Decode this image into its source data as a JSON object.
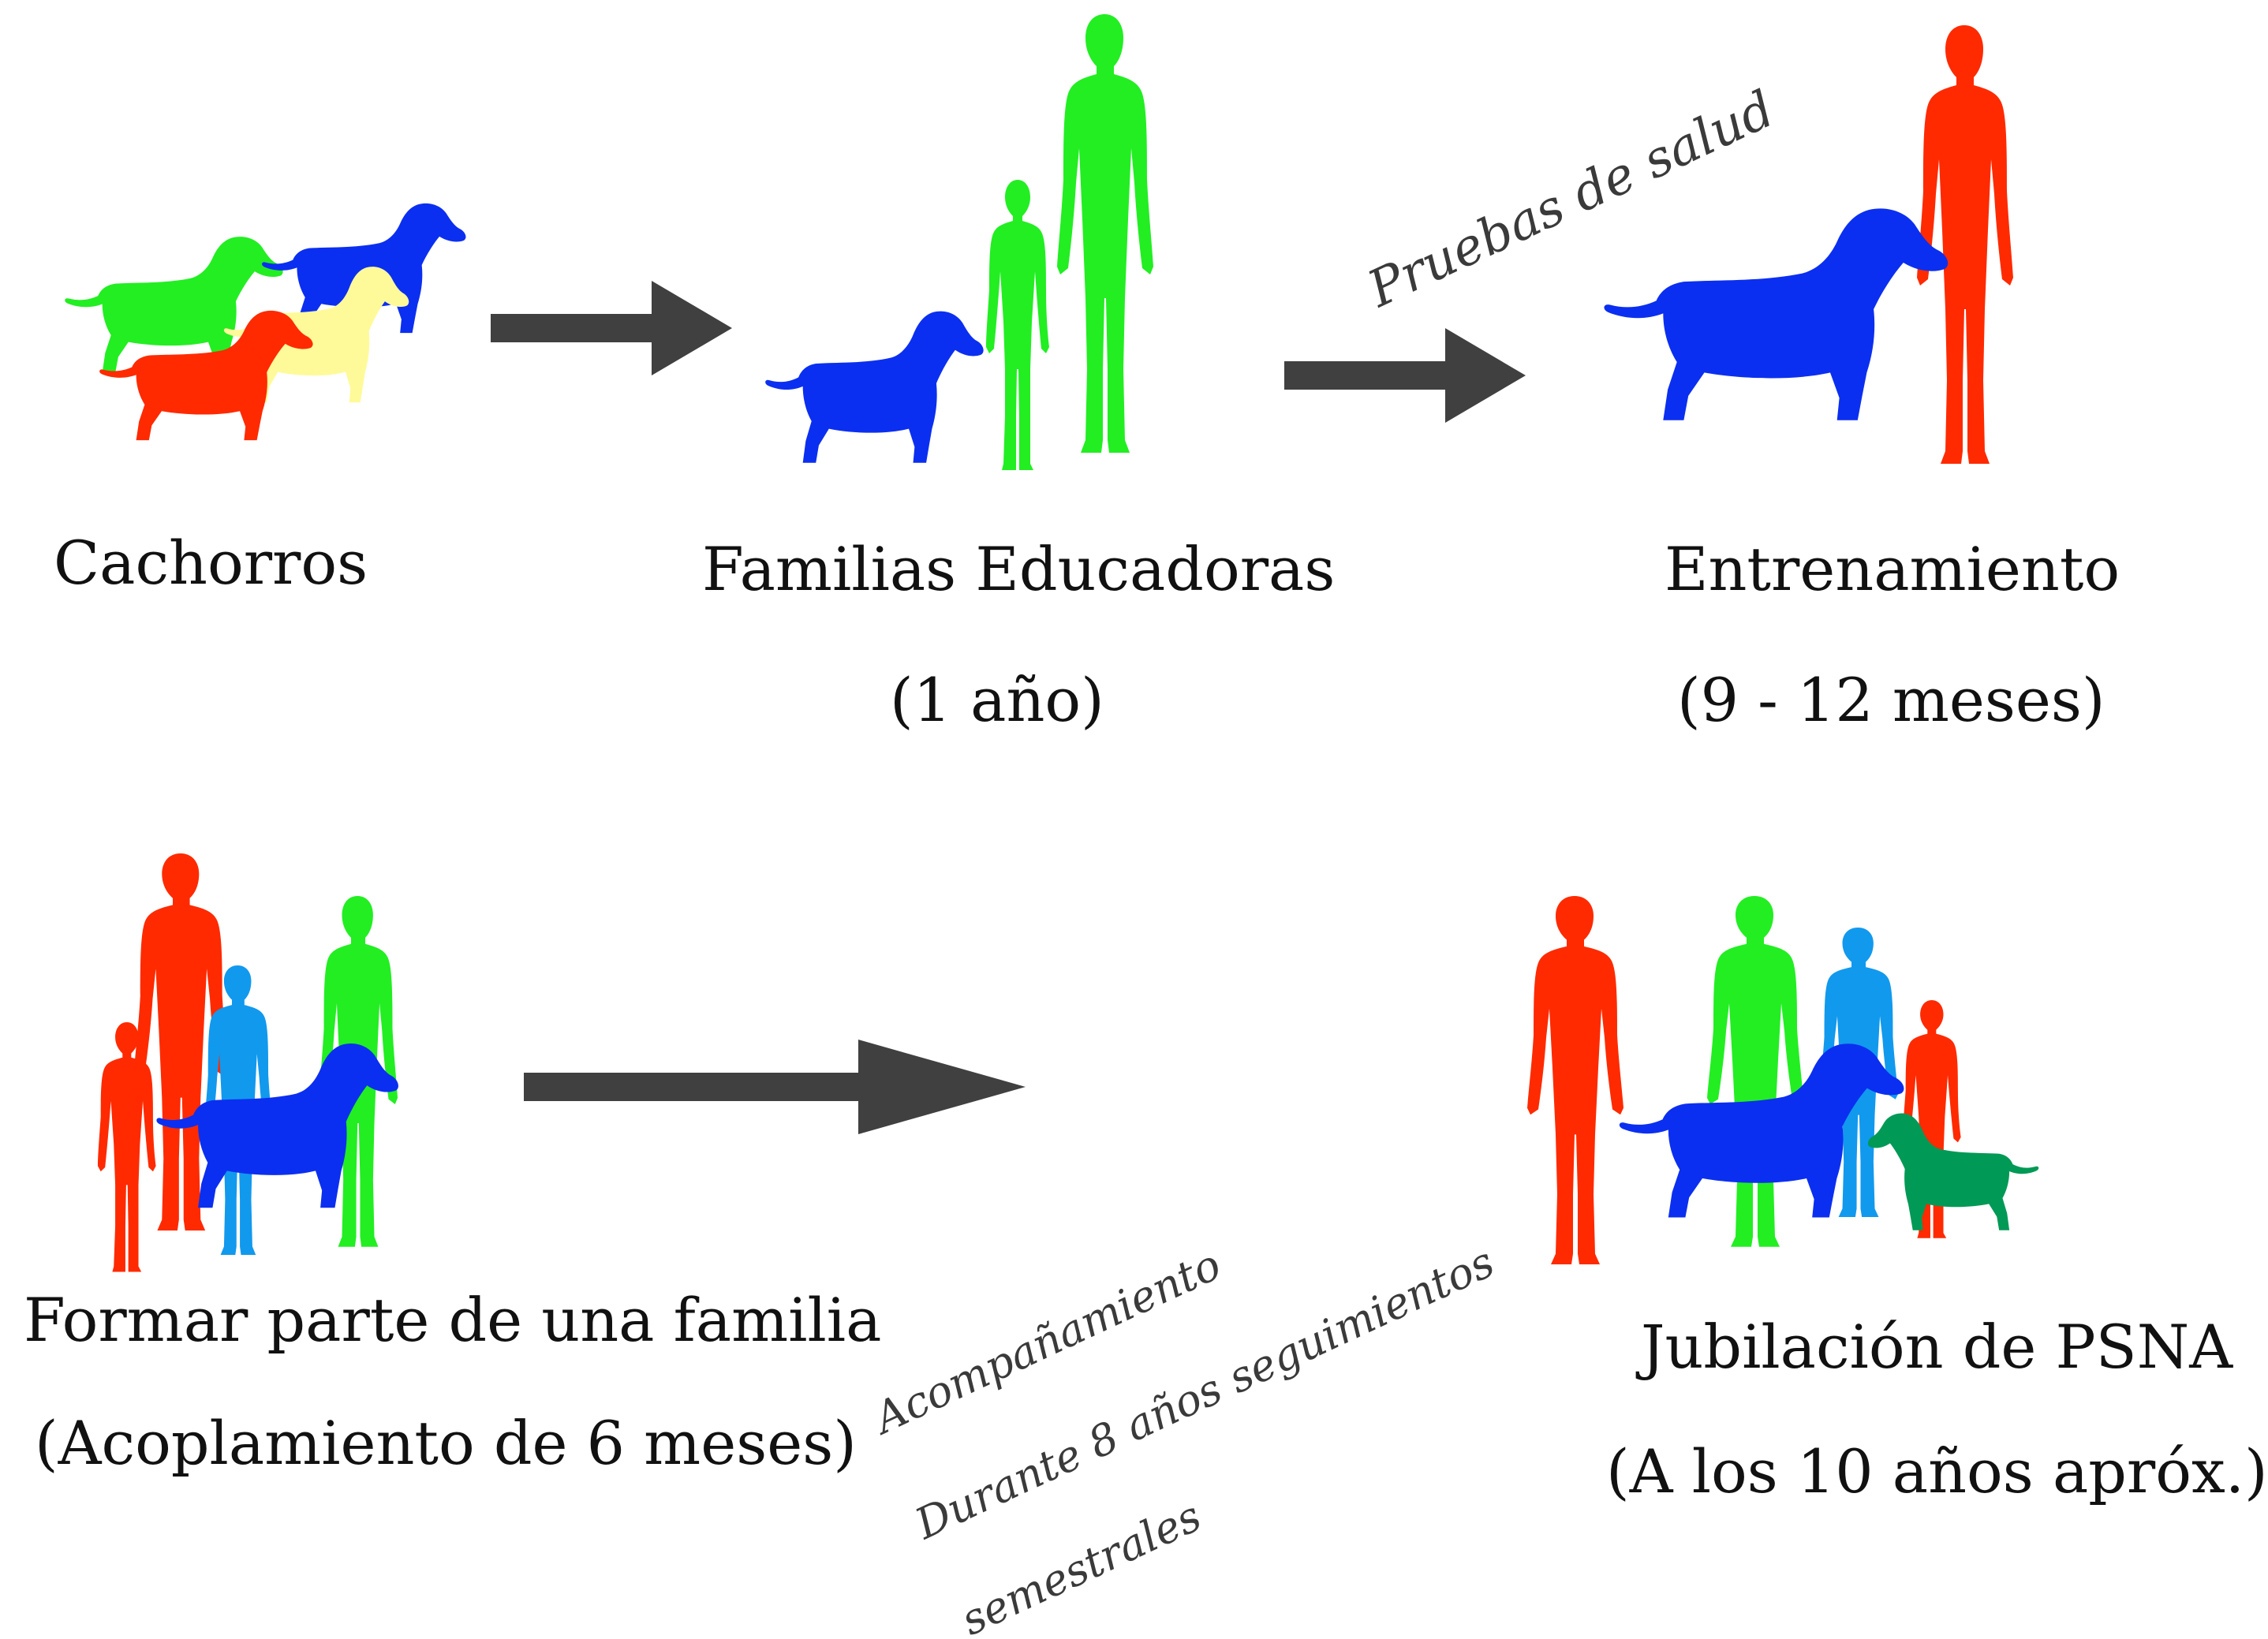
{
  "colors": {
    "green": "#22ee22",
    "blue": "#0b2ff0",
    "light_blue": "#1199ee",
    "red": "#ff2a00",
    "yellow": "#fffa99",
    "dark_green": "#009955",
    "arrow": "#404040"
  },
  "stages": {
    "cachorros": {
      "title": "Cachorros"
    },
    "familias": {
      "title": "Familias Educadoras",
      "duration": "(1 año)"
    },
    "entrenamiento": {
      "title": "Entrenamiento",
      "duration": "(9 - 12 meses)"
    },
    "familia": {
      "title": "Formar parte de una familia",
      "duration": "(Acoplamiento de 6 meses)"
    },
    "jubilacion": {
      "title": "Jubilación de PSNA",
      "duration": "(A los 10 años apróx.)"
    }
  },
  "notes": {
    "pruebas": "Pruebas de salud",
    "acompanamiento": "Acompañamiento",
    "durante": "Durante 8 años seguimientos",
    "semestrales": "semestrales"
  },
  "icons": [
    "dog-icon",
    "adult-icon",
    "child-icon",
    "arrow-icon"
  ]
}
